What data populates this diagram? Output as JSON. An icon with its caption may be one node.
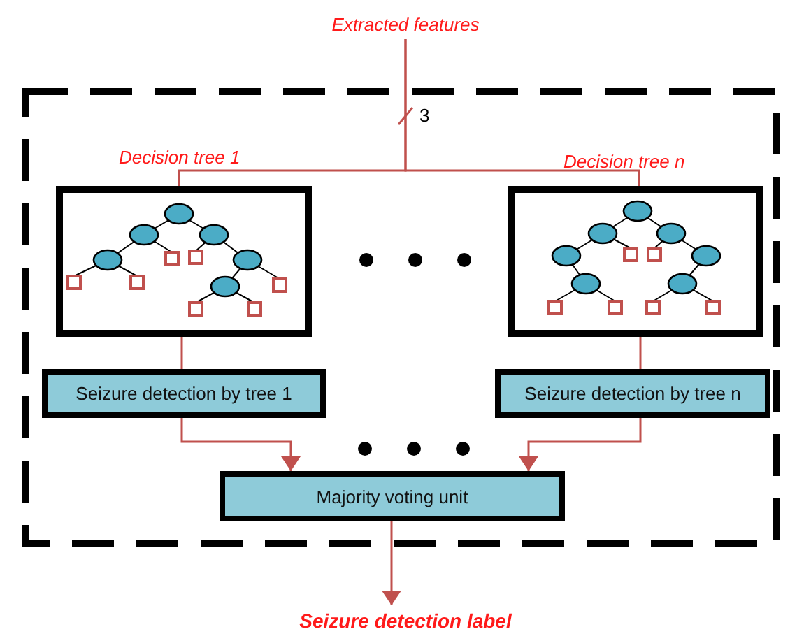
{
  "diagram": {
    "nodes": [
      {
        "text": [],
        "shape": "box"
      },
      {
        "text": [
          "Extracted features"
        ]
      },
      {
        "text": [
          "Decision tree 1"
        ],
        "in": 0
      },
      {
        "text": [
          "Decision tree n"
        ],
        "in": 0
      },
      {
        "text": [
          "Seizure detection by tree 1"
        ],
        "in": 0
      },
      {
        "text": [
          "Seizure detection by tree n"
        ],
        "in": 0
      },
      {
        "text": [
          "Majority voting unit"
        ],
        "in": 0
      },
      {
        "text": [
          "Seizure detection label"
        ]
      }
    ],
    "edges": [
      {
        "from": 1,
        "to": 2,
        "arrow": "none"
      },
      {
        "from": 1,
        "to": 3,
        "arrow": "none"
      },
      {
        "from": 2,
        "to": 4,
        "arrow": "none"
      },
      {
        "from": 3,
        "to": 5,
        "arrow": "none"
      },
      {
        "from": 4,
        "to": 6,
        "arrow": "to"
      },
      {
        "from": 5,
        "to": 6,
        "arrow": "to"
      },
      {
        "from": 6,
        "to": 7,
        "arrow": "to"
      }
    ],
    "labels": [
      "3"
    ]
  }
}
